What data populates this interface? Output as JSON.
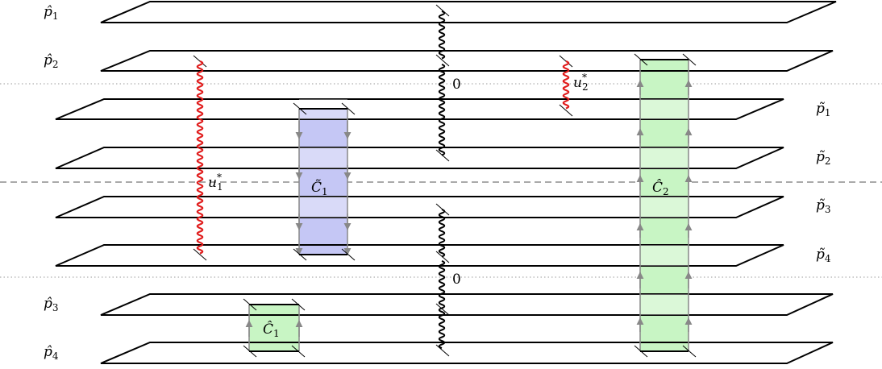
{
  "left_labels": [
    {
      "id": "p1",
      "base": "p̂",
      "sub": "1"
    },
    {
      "id": "p2",
      "base": "p̂",
      "sub": "2"
    },
    {
      "id": "p3",
      "base": "p̂",
      "sub": "3"
    },
    {
      "id": "p4",
      "base": "p̂",
      "sub": "4"
    }
  ],
  "right_labels": [
    {
      "id": "tp1",
      "base": "p̃",
      "sub": "1"
    },
    {
      "id": "tp2",
      "base": "p̃",
      "sub": "2"
    },
    {
      "id": "tp3",
      "base": "p̃",
      "sub": "3"
    },
    {
      "id": "tp4",
      "base": "p̃",
      "sub": "4"
    }
  ],
  "zero_labels": [
    "0",
    "0"
  ],
  "u_labels": [
    {
      "id": "u1",
      "base": "u",
      "sub": "1",
      "sup": "*"
    },
    {
      "id": "u2",
      "base": "u",
      "sub": "2",
      "sup": "*"
    }
  ],
  "region_labels": [
    {
      "id": "tc1",
      "base": "C̃",
      "sub": "1"
    },
    {
      "id": "hc2",
      "base": "Ĉ",
      "sub": "2"
    },
    {
      "id": "hc1",
      "base": "Ĉ",
      "sub": "1"
    }
  ],
  "colors": {
    "blue_fill": "#c5c7f5",
    "green_fill": "#c8f5c4",
    "red_wave": "#e01b1b",
    "arrow_gray": "#888888",
    "line": "#000000"
  }
}
